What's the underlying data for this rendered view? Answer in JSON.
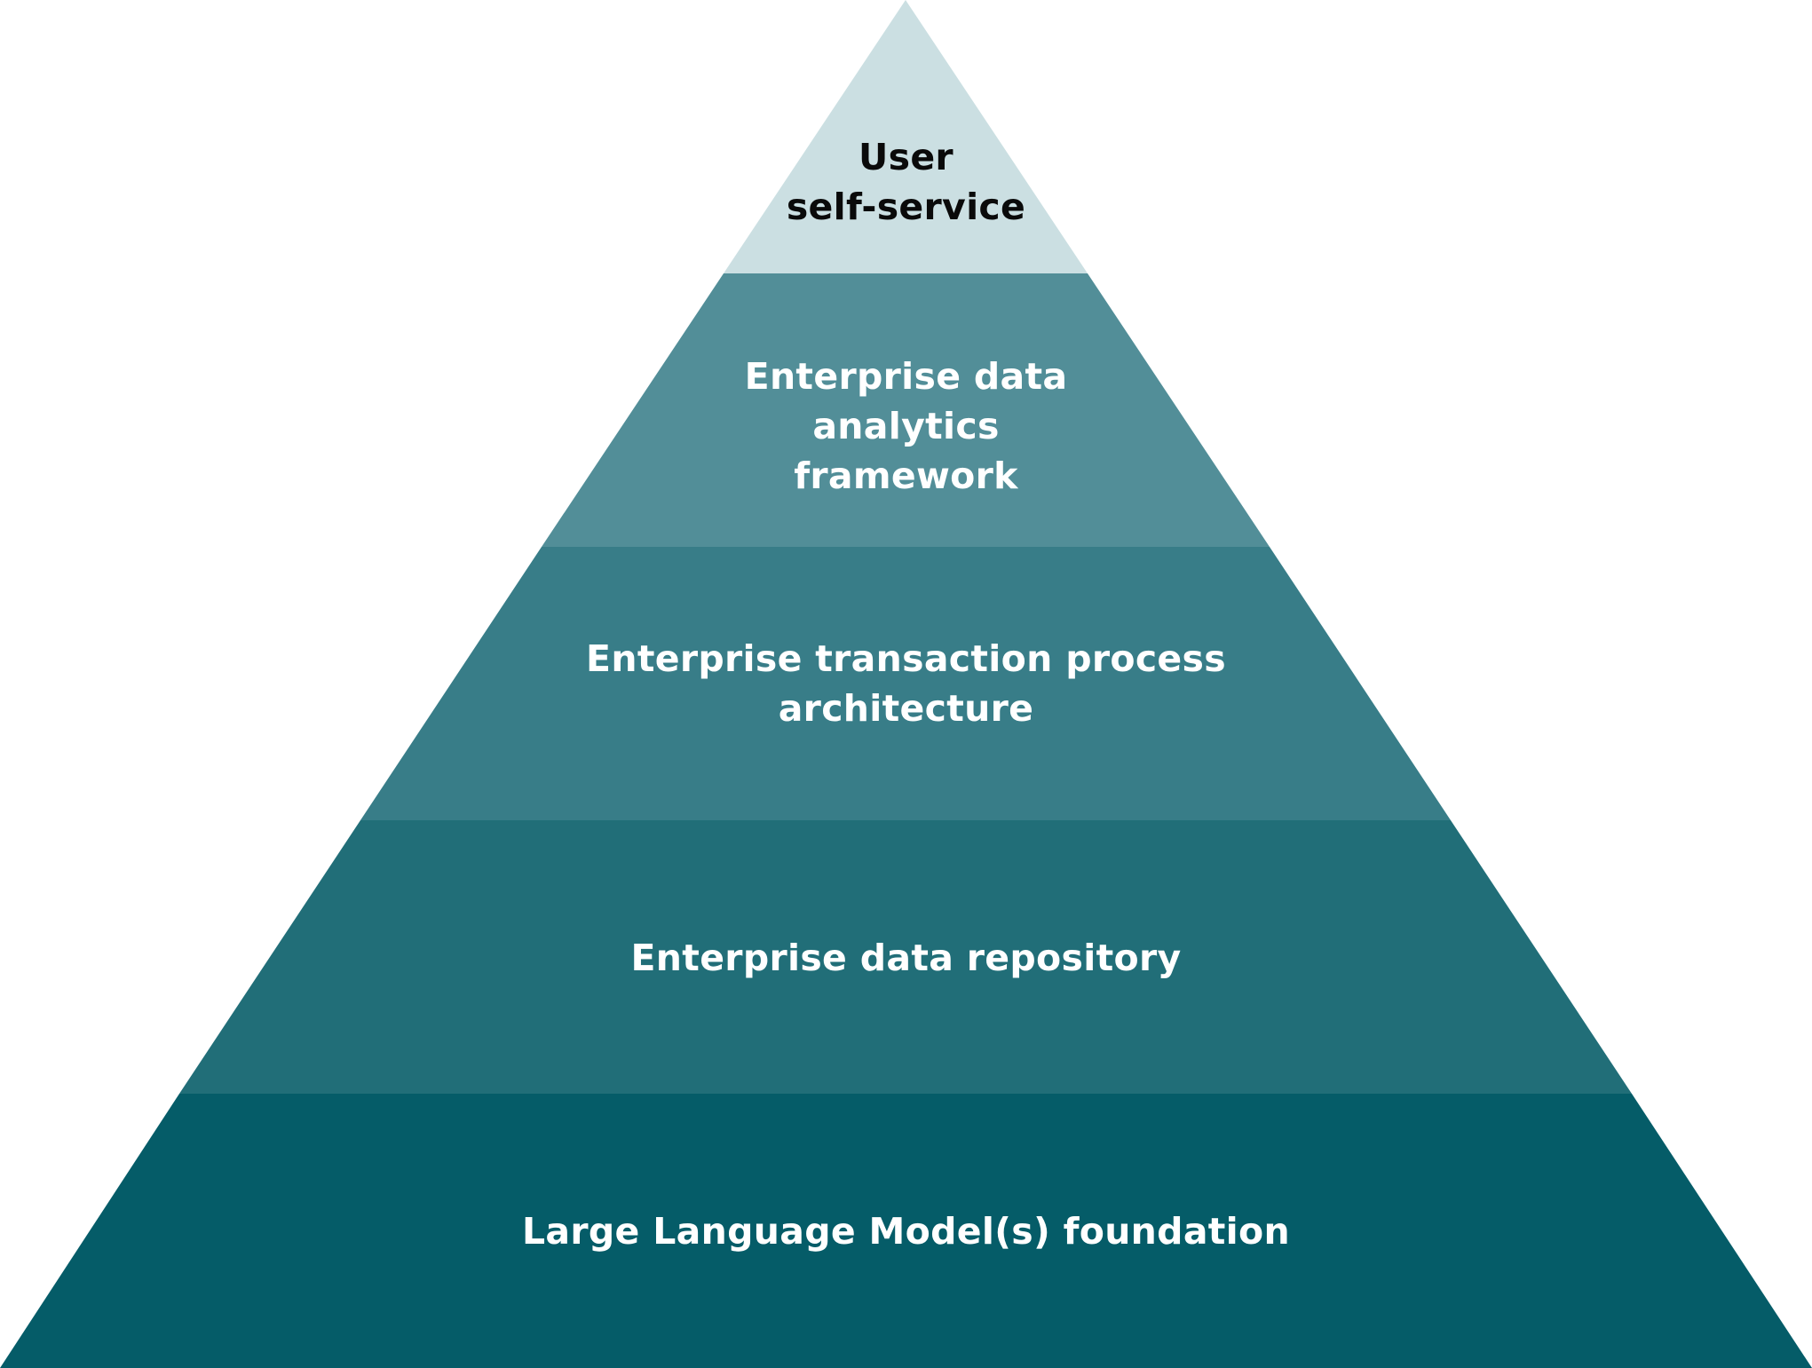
{
  "diagram": {
    "type": "pyramid",
    "tiers": [
      {
        "id": "top",
        "lines": [
          "User",
          "self-service"
        ],
        "color": "#cbdfe2",
        "text_color": "#0a0a0a"
      },
      {
        "id": "second",
        "lines": [
          "Enterprise data",
          "analytics",
          "framework"
        ],
        "color": "#528e98",
        "text_color": "#ffffff"
      },
      {
        "id": "third",
        "lines": [
          "Enterprise transaction process",
          "architecture"
        ],
        "color": "#387d88",
        "text_color": "#ffffff"
      },
      {
        "id": "fourth",
        "lines": [
          "Enterprise data repository"
        ],
        "color": "#216e78",
        "text_color": "#ffffff"
      },
      {
        "id": "bottom",
        "lines": [
          "Large Language Model(s) foundation"
        ],
        "color": "#055c68",
        "text_color": "#ffffff"
      }
    ]
  }
}
